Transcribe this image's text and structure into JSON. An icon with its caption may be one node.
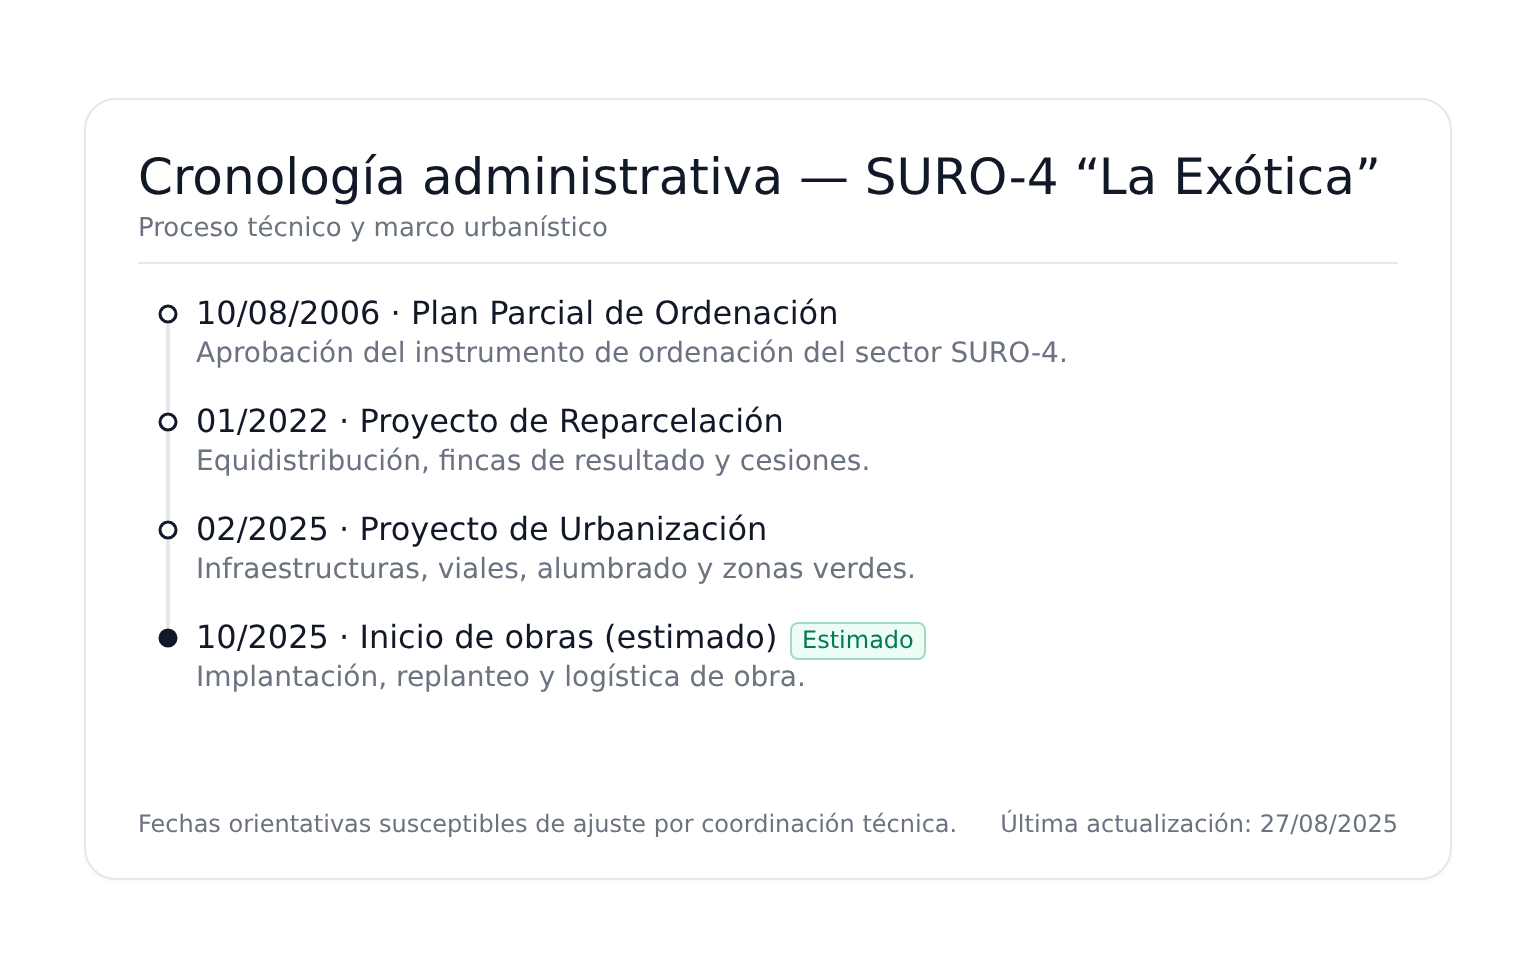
{
  "diagram": {
    "title": "Cronología administrativa — SURO-4 “La Exótica”",
    "nodes": [
      {
        "text": [],
        "shape": "circle",
        "beside": [
          "10/08/2006 · Plan Parcial de Ordenación",
          "Aprobación del instrumento de ordenación del sector SURO-4."
        ]
      },
      {
        "text": [],
        "shape": "circle",
        "beside": [
          "01/2022 · Proyecto de Reparcelación",
          "Equidistribución, fincas de resultado y cesiones."
        ]
      },
      {
        "text": [],
        "shape": "circle",
        "beside": [
          "02/2025 · Proyecto de Urbanización",
          "Infraestructuras, viales, alumbrado y zonas verdes."
        ]
      },
      {
        "text": [],
        "shape": "dot",
        "beside": [
          "10/2025 · Inicio de obras (estimado)",
          "Implantación, replanteo y logística de obra."
        ]
      },
      {
        "text": [
          "Estimado"
        ]
      }
    ],
    "edges": [
      {
        "from": 0,
        "to": 1,
        "arrow": "none"
      },
      {
        "from": 1,
        "to": 2,
        "arrow": "none"
      },
      {
        "from": 2,
        "to": 3,
        "arrow": "none"
      }
    ],
    "labels": [
      "Proceso técnico y marco urbanístico",
      "Fechas orientativas susceptibles de ajuste por coordinación técnica.",
      "Última actualización: 27/08/2025"
    ]
  }
}
